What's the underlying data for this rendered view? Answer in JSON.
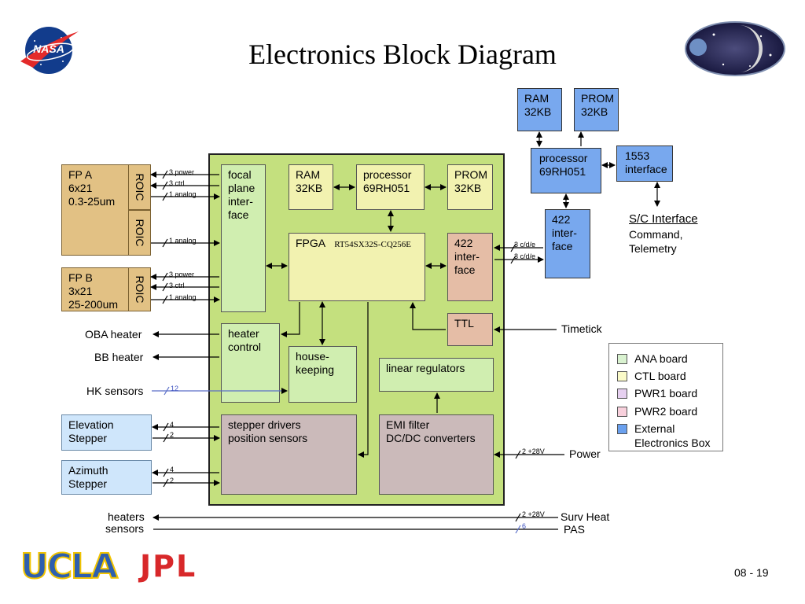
{
  "title": "Electronics Block Diagram",
  "page_number": "08 - 19",
  "logos": {
    "nasa": "NASA",
    "ucla": "UCLA",
    "jpl": "JPL"
  },
  "ext_box": {
    "ram": [
      "RAM",
      "32KB"
    ],
    "prom": [
      "PROM",
      "32KB"
    ],
    "processor": [
      "processor",
      "69RH051"
    ],
    "if1553": [
      "1553",
      "interface"
    ],
    "if422": [
      "422",
      "inter-",
      "face"
    ]
  },
  "sc_interface": {
    "title": "S/C Interface",
    "lines": [
      "Command,",
      "Telemetry"
    ]
  },
  "focal_planes": {
    "fpa": [
      "FP A",
      "6x21",
      "0.3-25um"
    ],
    "fpb": [
      "FP B",
      "3x21",
      "25-200um"
    ],
    "roic": "ROIC"
  },
  "main_board": {
    "focal_plane_interface": [
      "focal",
      "plane",
      "inter-",
      "face"
    ],
    "ram": [
      "RAM",
      "32KB"
    ],
    "processor": [
      "processor",
      "69RH051"
    ],
    "prom": [
      "PROM",
      "32KB"
    ],
    "fpga_label": "FPGA",
    "fpga_part": "RT54SX32S-CQ256E",
    "if422": [
      "422",
      "inter-",
      "face"
    ],
    "ttl": "TTL",
    "heater_control": [
      "heater",
      "control"
    ],
    "housekeeping": [
      "house-",
      "keeping"
    ],
    "linear_regulators": "linear regulators",
    "stepper": [
      "stepper drivers",
      "position sensors"
    ],
    "emi": [
      "EMI filter",
      "DC/DC converters"
    ]
  },
  "steppers": {
    "elevation": [
      "Elevation",
      "Stepper"
    ],
    "azimuth": [
      "Azimuth",
      "Stepper"
    ]
  },
  "signals": {
    "power3": "3 power",
    "ctrl3": "3 ctrl",
    "analog1": "1 analog",
    "cde3": "3 c/d/e",
    "hk12": "12",
    "n4": "4",
    "n2": "2",
    "v28": "2 +28V",
    "n6": "6"
  },
  "external_labels": {
    "oba_heater": "OBA heater",
    "bb_heater": "BB heater",
    "hk_sensors": "HK sensors",
    "timetick": "Timetick",
    "power": "Power",
    "heaters": "heaters",
    "sensors": "sensors",
    "surv_heat": "Surv Heat",
    "pas": "PAS"
  },
  "legend": [
    {
      "label": "ANA board",
      "color": "#d9f2d0"
    },
    {
      "label": "CTL board",
      "color": "#fafac8"
    },
    {
      "label": "PWR1 board",
      "color": "#e6d0f0"
    },
    {
      "label": "PWR2 board",
      "color": "#f8d0dc"
    },
    {
      "label": "External",
      "label2": "Electronics Box",
      "color": "#6aa0ee"
    }
  ],
  "colors": {
    "board": "#c4e07e",
    "wire": "#000000"
  }
}
